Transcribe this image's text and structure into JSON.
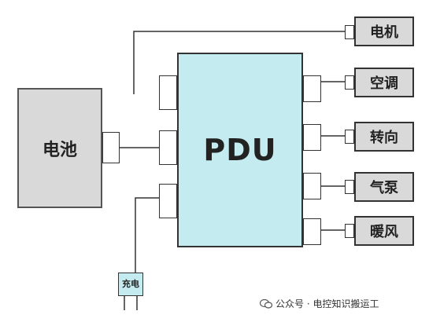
{
  "battery": {
    "label": "电池"
  },
  "pdu": {
    "label": "PDU"
  },
  "loads": [
    {
      "label": "电机"
    },
    {
      "label": "空调"
    },
    {
      "label": "转向"
    },
    {
      "label": "气泵"
    },
    {
      "label": "暖风"
    }
  ],
  "charger": {
    "label": "充电"
  },
  "watermark": {
    "text": "公众号 · 电控知识搬运工"
  }
}
